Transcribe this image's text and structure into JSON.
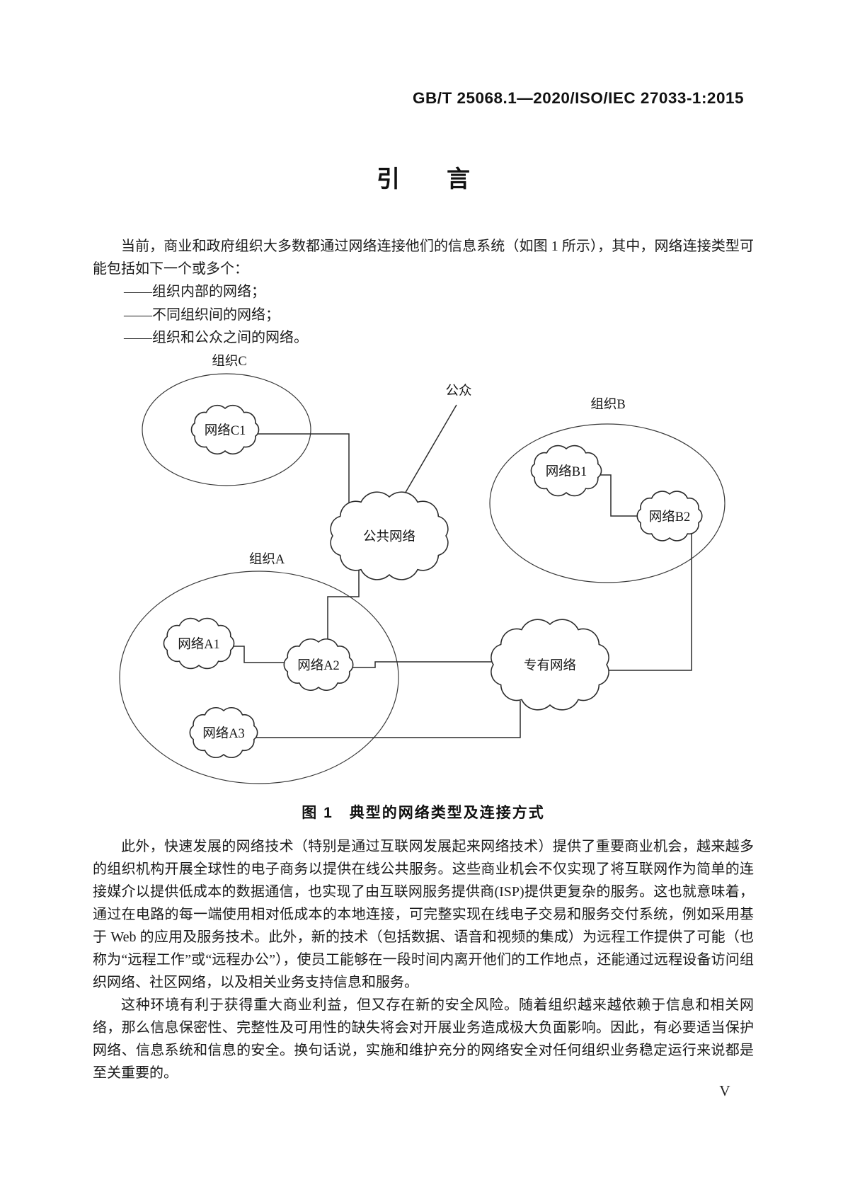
{
  "page": {
    "header_designation": "GB/T 25068.1—2020/ISO/IEC 27033-1:2015",
    "title": "引　　言",
    "page_number": "V"
  },
  "intro": {
    "paragraph1": "当前，商业和政府组织大多数都通过网络连接他们的信息系统（如图 1 所示），其中，网络连接类型可能包括如下一个或多个：",
    "list_items": [
      "——组织内部的网络；",
      "——不同组织间的网络；",
      "——组织和公众之间的网络。"
    ],
    "paragraph2": "此外，快速发展的网络技术（特别是通过互联网发展起来网络技术）提供了重要商业机会，越来越多的组织机构开展全球性的电子商务以提供在线公共服务。这些商业机会不仅实现了将互联网作为简单的连接媒介以提供低成本的数据通信，也实现了由互联网服务提供商(ISP)提供更复杂的服务。这也就意味着，通过在电路的每一端使用相对低成本的本地连接，可完整实现在线电子交易和服务交付系统，例如采用基于 Web 的应用及服务技术。此外，新的技术（包括数据、语音和视频的集成）为远程工作提供了可能（也称为“远程工作”或“远程办公”），使员工能够在一段时间内离开他们的工作地点，还能通过远程设备访问组织网络、社区网络，以及相关业务支持信息和服务。",
    "paragraph3": "这种环境有利于获得重大商业利益，但又存在新的安全风险。随着组织越来越依赖于信息和相关网络，那么信息保密性、完整性及可用性的缺失将会对开展业务造成极大负面影响。因此，有必要适当保护网络、信息系统和信息的安全。换句话说，实施和维护充分的网络安全对任何组织业务稳定运行来说都是至关重要的。"
  },
  "figure": {
    "caption": "图 1　典型的网络类型及连接方式",
    "labels": {
      "org_c": "组织C",
      "org_b": "组织B",
      "org_a": "组织A",
      "public": "公众",
      "net_c1": "网络C1",
      "net_b1": "网络B1",
      "net_b2": "网络B2",
      "net_a1": "网络A1",
      "net_a2": "网络A2",
      "net_a3": "网络A3",
      "public_network": "公共网络",
      "private_network": "专有网络"
    }
  },
  "colors": {
    "text": "#1b1b1b",
    "background": "#ffffff",
    "line": "#2b2b2b"
  }
}
